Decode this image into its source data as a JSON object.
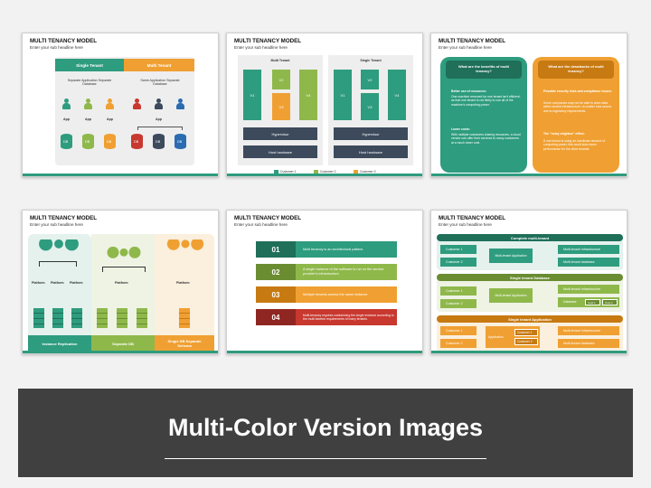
{
  "banner": {
    "title": "Multi-Color Version Images"
  },
  "slides": [
    {
      "title": "MULTI TENANCY MODEL",
      "subtitle": "Enter your sub headline here",
      "single_tenant": "Single Tenant",
      "multi_tenant": "Multi Tenant",
      "left_desc": "Separate Application Separate Database",
      "right_desc": "Same Application Separate Database",
      "app": "App",
      "db": "DB"
    },
    {
      "title": "MULTI TENANCY MODEL",
      "subtitle": "Enter your sub headline here",
      "multi_tenant": "Multi Tenant",
      "single_tenant": "Single Tenant",
      "v1": "V1",
      "v2": "V2",
      "v3": "V3",
      "v4": "V4",
      "hypervisor": "Hypervisor",
      "host_hardware": "Host hardware",
      "legend": [
        "Customer 1",
        "Customer 2",
        "Customer 3"
      ]
    },
    {
      "title": "MULTI TENANCY MODEL",
      "subtitle": "Enter your sub headline here",
      "left_head": "What are the benefits of multi tenancy?",
      "right_head": "What are the drawbacks of multi tenancy?",
      "left_p1_head": "Better use of resources:",
      "left_p1": "One machine reserved for one tenant isn't efficient, as that one tenant is not likely to use all of the machine's computing power.",
      "left_p2_head": "Lower costs:",
      "left_p2": "With multiple customers sharing resources, a cloud vendor can offer their services to many customers at a much lower cost.",
      "right_p1_head": "Possible security risks and compliance issues:",
      "right_p1": "Some companies may not be able to store data within shared infrastructure, no matter how secure, due to regulatory requirements.",
      "right_p2_head": "The \"noisy neighbor\" effect:",
      "right_p2": "If one tenant is using an inordinate amount of computing power, this could slow down performance for the other tenants."
    },
    {
      "title": "MULTI TENANCY MODEL",
      "subtitle": "Enter your sub headline here",
      "platform": "Platform",
      "labels": [
        "Instance Replication",
        "Separate DB",
        "Single DB Separate Schema"
      ]
    },
    {
      "title": "MULTI TENANCY MODEL",
      "subtitle": "Enter your sub headline here",
      "items": [
        {
          "num": "01",
          "text": "Multi tenancy is an architectural pattern."
        },
        {
          "num": "02",
          "text": "A single instance of the software is run on the service provider's infrastructure."
        },
        {
          "num": "03",
          "text": "Multiple tenants access the same instance."
        },
        {
          "num": "04",
          "text": "Multi-tenancy requires customizing the single instance according to the multi-faceted requirements of many tenants."
        }
      ]
    },
    {
      "title": "MULTI TENANCY MODEL",
      "subtitle": "Enter your sub headline here",
      "sections": [
        {
          "head": "Complete multi-tenant",
          "c1": "Customer 1",
          "c2": "Customer 2",
          "app": "Multi-tenant Application",
          "r1": "Multi-tenant Infrastructure",
          "r2": "Multi-tenant database"
        },
        {
          "head": "Single tenant Database",
          "c1": "Customer 1",
          "c2": "Customer 2",
          "app": "Multi-tenant Application",
          "r1": "Multi-tenant Infrastructure",
          "r2": "Database",
          "db1": "Cust 1",
          "db2": "Cust 2"
        },
        {
          "head": "Single tenant Application",
          "c1": "Customer 1",
          "c2": "Customer 2",
          "app": "Application",
          "a1": "Customer 1",
          "a2": "Customer 2",
          "r1": "Multi-tenant Infrastructure",
          "r2": "Multi-tenant database"
        }
      ]
    }
  ],
  "colors": {
    "teal": "#2e9c7e",
    "green": "#8fb84b",
    "orange": "#f0a032",
    "red": "#c8382f",
    "navy": "#3d4a5c",
    "gray": "#404040"
  }
}
